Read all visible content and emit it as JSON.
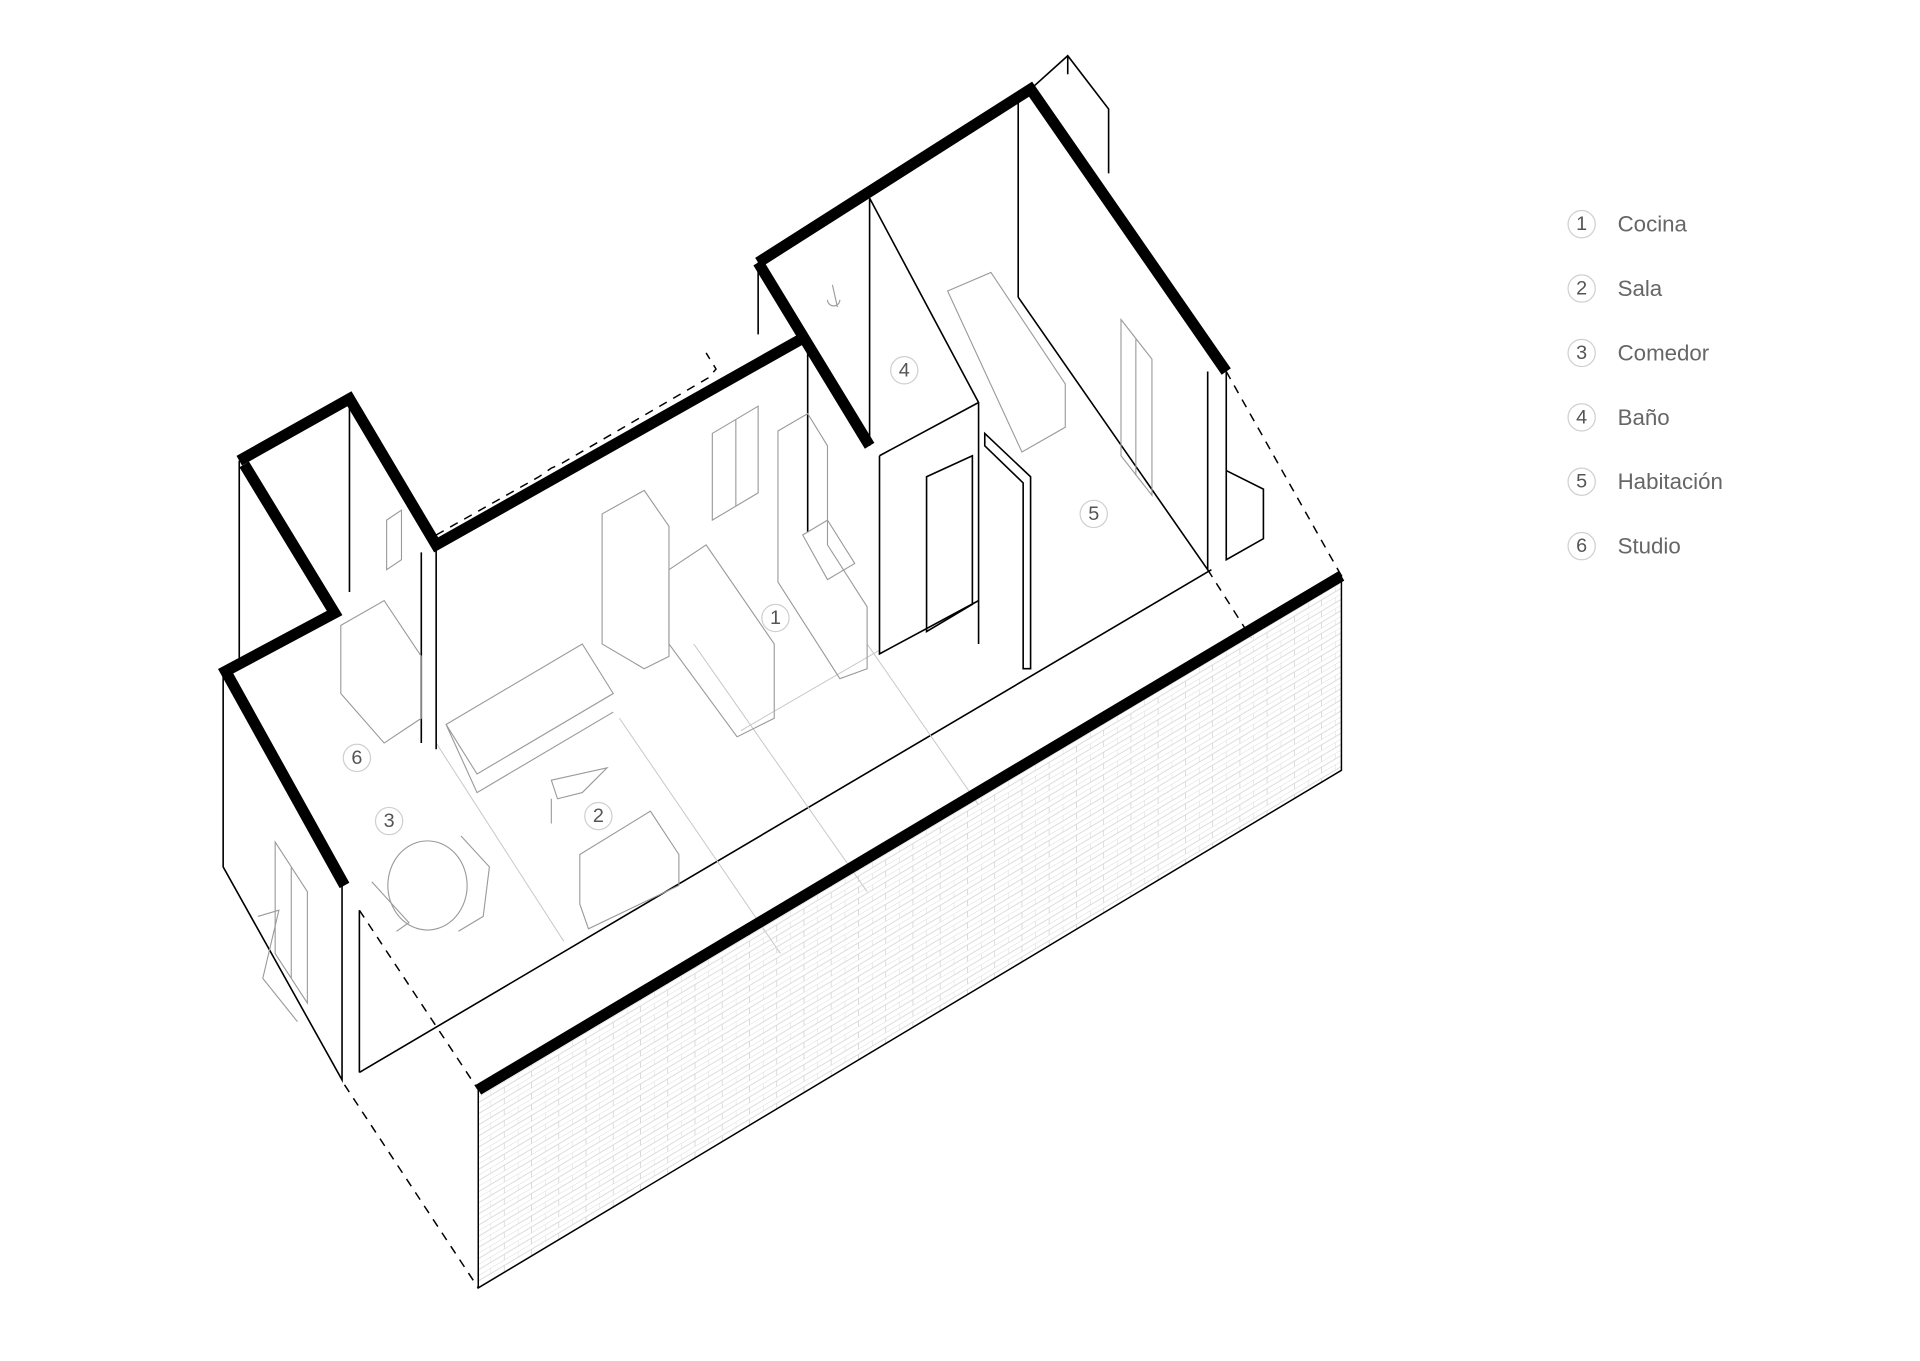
{
  "legend": [
    {
      "num": "1",
      "label": "Cocina"
    },
    {
      "num": "2",
      "label": "Sala"
    },
    {
      "num": "3",
      "label": "Comedor"
    },
    {
      "num": "4",
      "label": "Baño"
    },
    {
      "num": "5",
      "label": "Habitación"
    },
    {
      "num": "6",
      "label": "Studio"
    }
  ],
  "room_tags": [
    "1",
    "2",
    "3",
    "4",
    "5",
    "6"
  ],
  "colors": {
    "wall": "#000000",
    "furniture": "#9a9a9a",
    "legend_text": "#666666"
  }
}
